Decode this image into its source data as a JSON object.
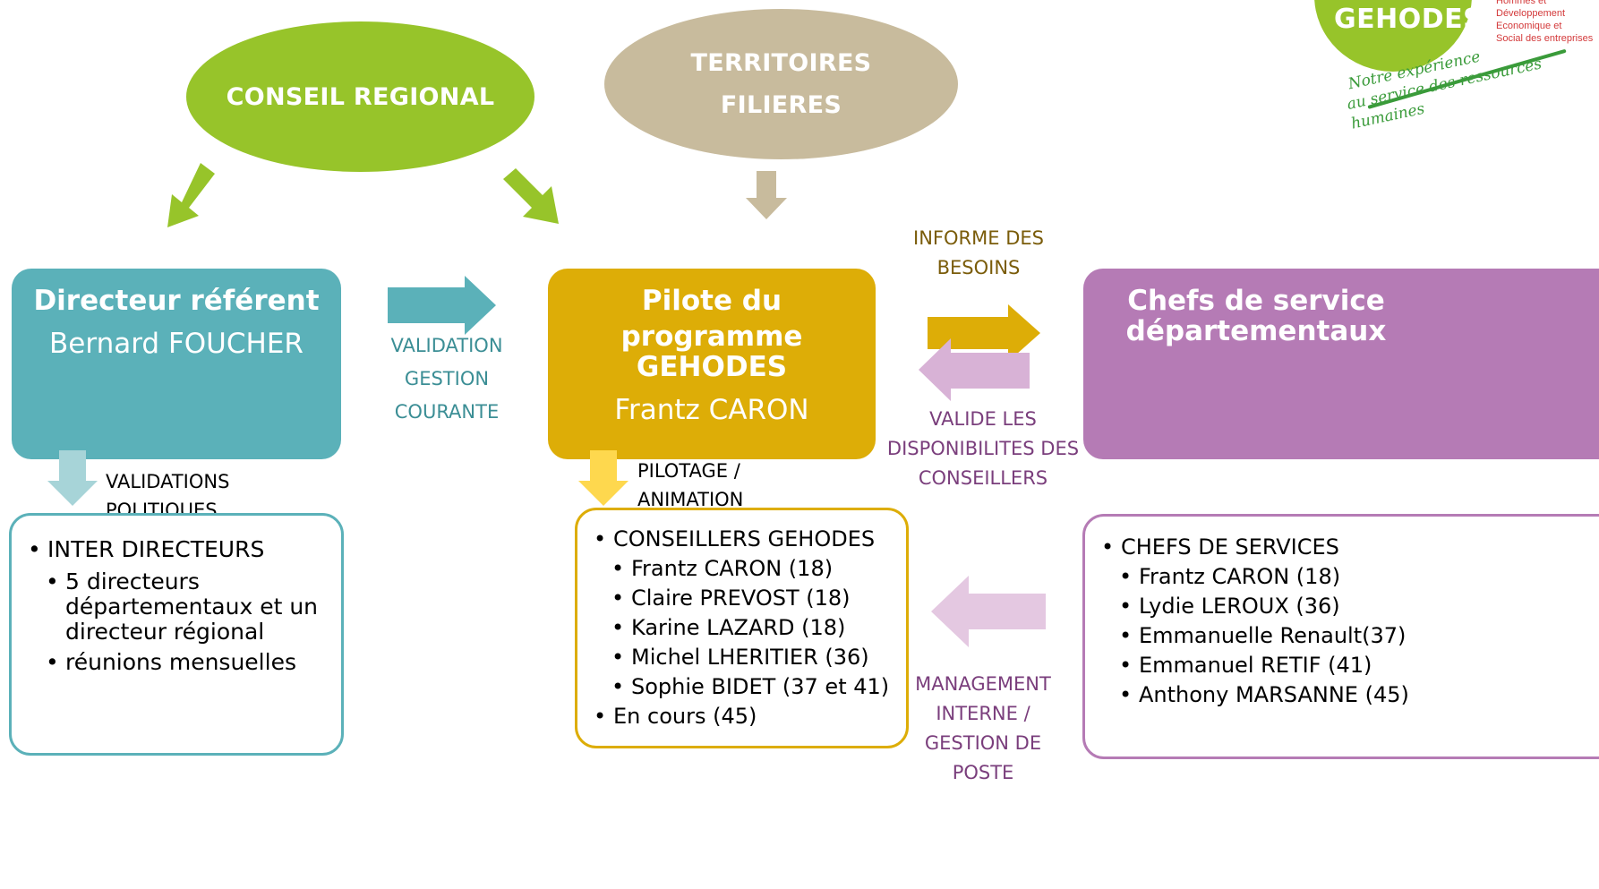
{
  "colors": {
    "green": "#97c42a",
    "beige": "#c8bb9d",
    "teal": "#5bb1b9",
    "gold": "#ddad07",
    "purple": "#b57bb5",
    "teal_light": "#a7d4d8",
    "gold_light": "#fed84e",
    "purple_light": "#d8b2d6",
    "purple_lighter": "#e4c8e1",
    "brown_text": "#7a5c0a",
    "teal_text": "#3b8e95",
    "purple_text": "#7a3e7c"
  },
  "logo": {
    "name": "GEHODES",
    "side_text": [
      "Hommes et",
      "Développement",
      "Economique et",
      "Social des entreprises"
    ],
    "slogan": [
      "Notre expérience",
      "au service des ressources humaines"
    ]
  },
  "top": {
    "conseil_regional": "CONSEIL REGIONAL",
    "territoires": "TERRITOIRES",
    "filieres": "FILIERES"
  },
  "directeur": {
    "title": "Directeur référent",
    "name": "Bernard FOUCHER"
  },
  "pilote": {
    "title_line1": "Pilote du programme",
    "title_line2": "GEHODES",
    "name": "Frantz CARON"
  },
  "chefs": {
    "title_line1": "Chefs de service",
    "title_line2": "départementaux"
  },
  "labels": {
    "validation": [
      "VALIDATION",
      "GESTION",
      "COURANTE"
    ],
    "informe": [
      "INFORME DES",
      "BESOINS"
    ],
    "valide": [
      "VALIDE LES",
      "DISPONIBILITES DES",
      "CONSEILLERS"
    ],
    "validations_politiques": "VALIDATIONS POLITIQUES",
    "pilotage": "PILOTAGE / ANIMATION",
    "management": [
      "MANAGEMENT",
      "INTERNE /",
      "GESTION DE",
      "POSTE"
    ]
  },
  "inter_directeurs": {
    "heading": "INTER DIRECTEURS",
    "items": [
      "5 directeurs départementaux et un directeur régional",
      "réunions mensuelles"
    ]
  },
  "conseillers": {
    "heading": "CONSEILLERS GEHODES",
    "items": [
      "Frantz CARON (18)",
      "Claire PREVOST (18)",
      "Karine LAZARD (18)",
      "Michel LHERITIER (36)",
      "Sophie BIDET (37 et 41)"
    ],
    "footer": "En cours (45)"
  },
  "chefs_services": {
    "heading": "CHEFS DE SERVICES",
    "items": [
      "Frantz CARON (18)",
      "Lydie LEROUX (36)",
      "Emmanuelle Renault(37)",
      "Emmanuel RETIF (41)",
      "Anthony MARSANNE (45)"
    ]
  }
}
